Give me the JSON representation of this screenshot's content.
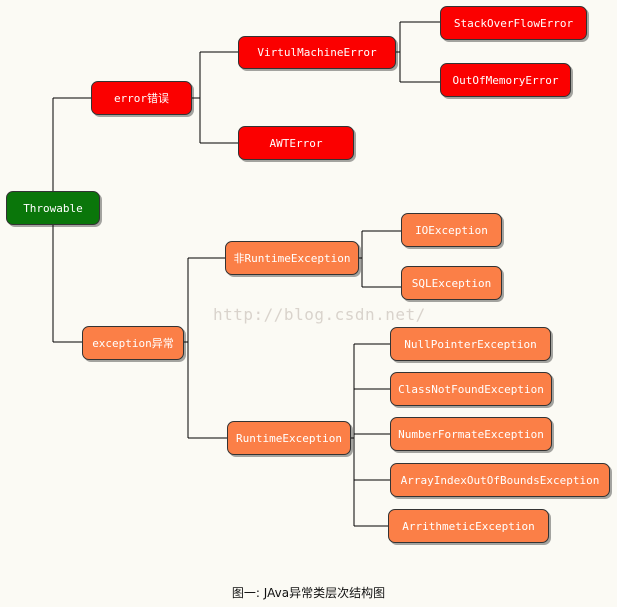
{
  "nodes": {
    "throwable": "Throwable",
    "error": "error错误",
    "virtual_machine_error": "VirtulMachineError",
    "stack_overflow_error": "StackOverFlowError",
    "out_of_memory_error": "OutOfMemoryError",
    "awt_error": "AWTError",
    "exception": "exception异常",
    "non_runtime_exception": "非RuntimeException",
    "io_exception": "IOException",
    "sql_exception": "SQLException",
    "runtime_exception": "RuntimeException",
    "null_pointer_exception": "NullPointerException",
    "class_not_found_exception": "ClassNotFoundException",
    "number_formate_exception": "NumberFormateException",
    "array_index_out_of_bounds_exception": "ArrayIndexOutOfBoundsException",
    "arithmetic_exception": "ArrithmeticException"
  },
  "watermark": "http://blog.csdn.net/",
  "caption": "图一: JAva异常类层次结构图",
  "colors": {
    "error_nodes": "#fb0000",
    "root_node": "#0a760a",
    "exception_nodes": "#fb7f47",
    "connector": "#000000"
  }
}
